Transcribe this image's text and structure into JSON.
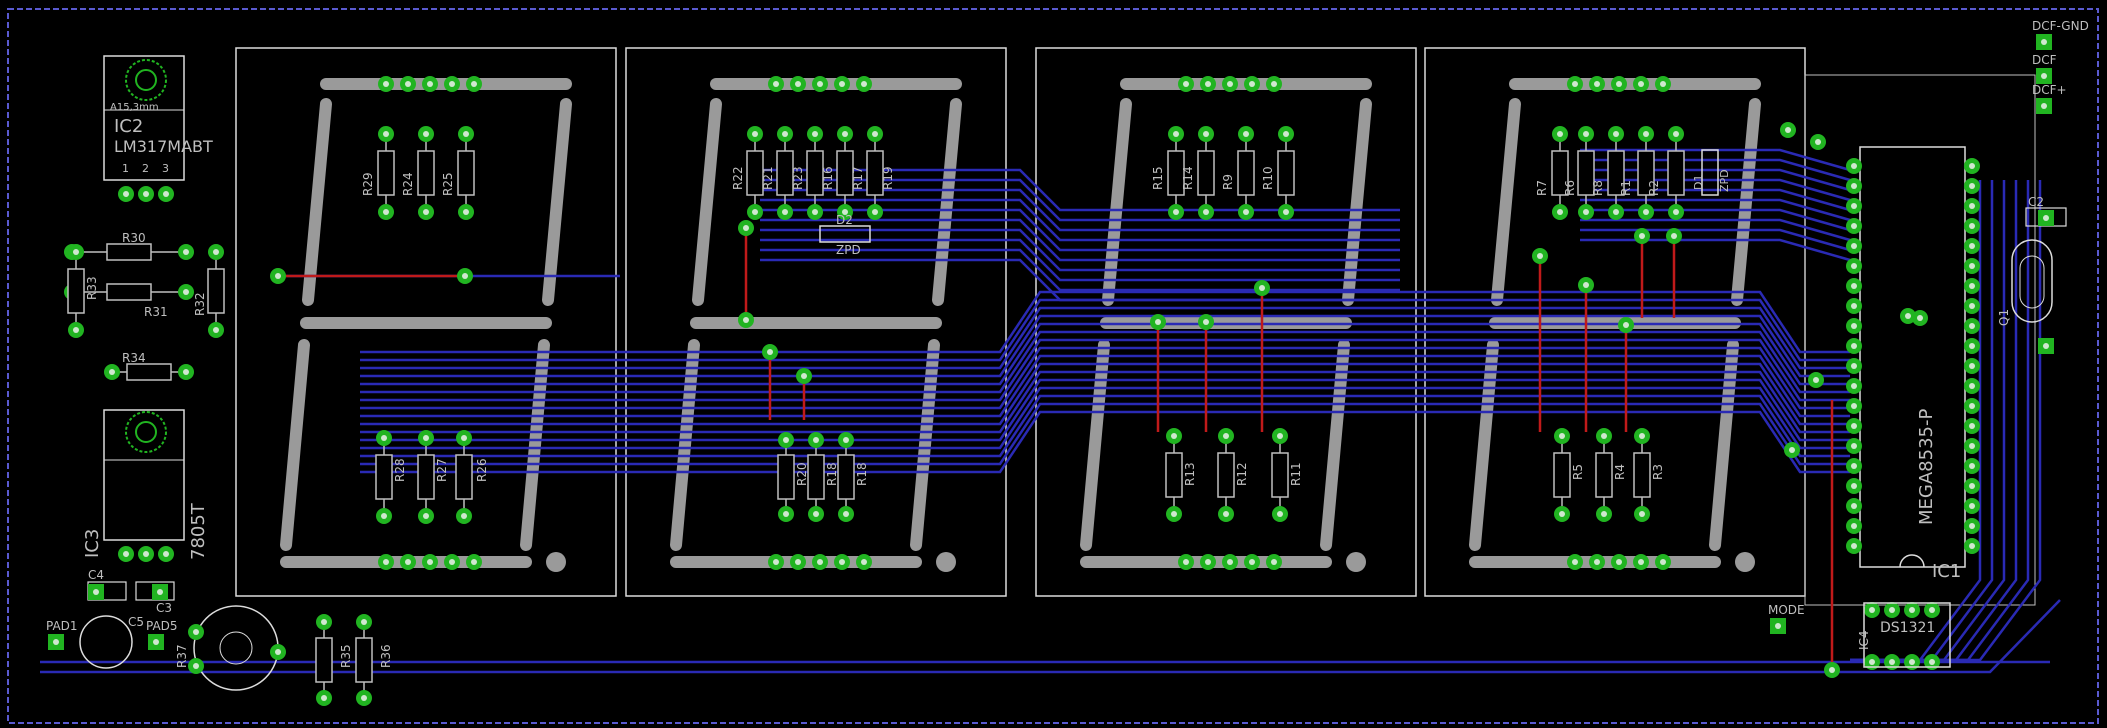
{
  "colors": {
    "background": "#000000",
    "outline": "#dcdcdc",
    "trace_bottom": "#2a2ab4",
    "trace_top": "#c01a1a",
    "pad": "#21b421",
    "pad_center": "#cfe8cf",
    "silk": "#bfbfbf",
    "segment": "#9a9a9a",
    "dimension": "#5a5ad0"
  },
  "regulators": [
    {
      "name": "IC2",
      "value": "LM317MABT",
      "note": "A15,3mm",
      "pins": [
        "1",
        "2",
        "3"
      ]
    },
    {
      "name": "IC3",
      "value": "7805T"
    }
  ],
  "mcu": {
    "name": "IC1",
    "value": "MEGA8535-P"
  },
  "rtc": {
    "name": "IC4",
    "value": "DS1321"
  },
  "zener_diodes": [
    {
      "name": "D2",
      "value": "ZPD"
    },
    {
      "name": "D1",
      "value": "ZPD"
    }
  ],
  "capacitors": [
    "C4",
    "C3",
    "C5",
    "C2"
  ],
  "crystal": "Q1",
  "pads": [
    "PAD1",
    "PAD5",
    "MODE",
    "DCF-GND",
    "DCF",
    "DCF+"
  ],
  "resistor_labels": {
    "power": [
      "R30",
      "R33",
      "R31",
      "R32",
      "R34"
    ],
    "digit1_top": [
      "R29",
      "R24",
      "R25"
    ],
    "digit1_bottom": [
      "R28",
      "R27",
      "R26"
    ],
    "digit2_top": [
      "R22",
      "R21",
      "R23",
      "R16",
      "R17",
      "R19"
    ],
    "digit2_bottom": [
      "R20",
      "R18",
      "R18"
    ],
    "digit3_top": [
      "R15",
      "R14",
      "R9",
      "R10"
    ],
    "digit3_bottom": [
      "R13",
      "R12",
      "R11"
    ],
    "digit4_top": [
      "R7",
      "R6",
      "R8",
      "R1",
      "R2"
    ],
    "digit4_bottom": [
      "R5",
      "R4",
      "R3"
    ],
    "bottom": [
      "R37",
      "R35",
      "R36"
    ]
  }
}
